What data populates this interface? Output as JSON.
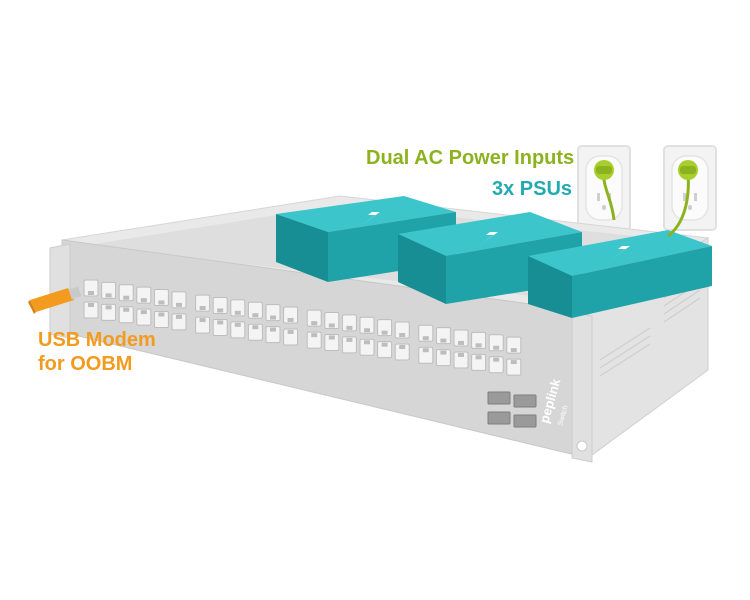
{
  "labels": {
    "power_inputs": "Dual AC Power Inputs",
    "psus": "3x PSUs",
    "usb_line1": "USB Modem",
    "usb_line2": "for OOBM"
  },
  "brand": {
    "logo_text": "peplink",
    "series_text": "Switch"
  },
  "components": {
    "psu_count": 3,
    "outlet_count": 2,
    "rj45_port_count": 48,
    "sfp_port_count": 4
  },
  "colors": {
    "chassis_top": "#e6e6e6",
    "chassis_front": "#d4d4d4",
    "chassis_inner": "#dcdcdc",
    "psu_top": "#3cc5cb",
    "psu_front": "#1fa3a9",
    "psu_side": "#168e93",
    "power_green": "#8db21f",
    "psu_label": "#23aab1",
    "usb_orange": "#f39b1e",
    "outlet": "#f2f2f2"
  },
  "icons": {
    "psu_symbol": "lightning-bolt-icon",
    "outlet_symbol": "power-outlet-icon",
    "plug_symbol": "power-plug-icon"
  }
}
